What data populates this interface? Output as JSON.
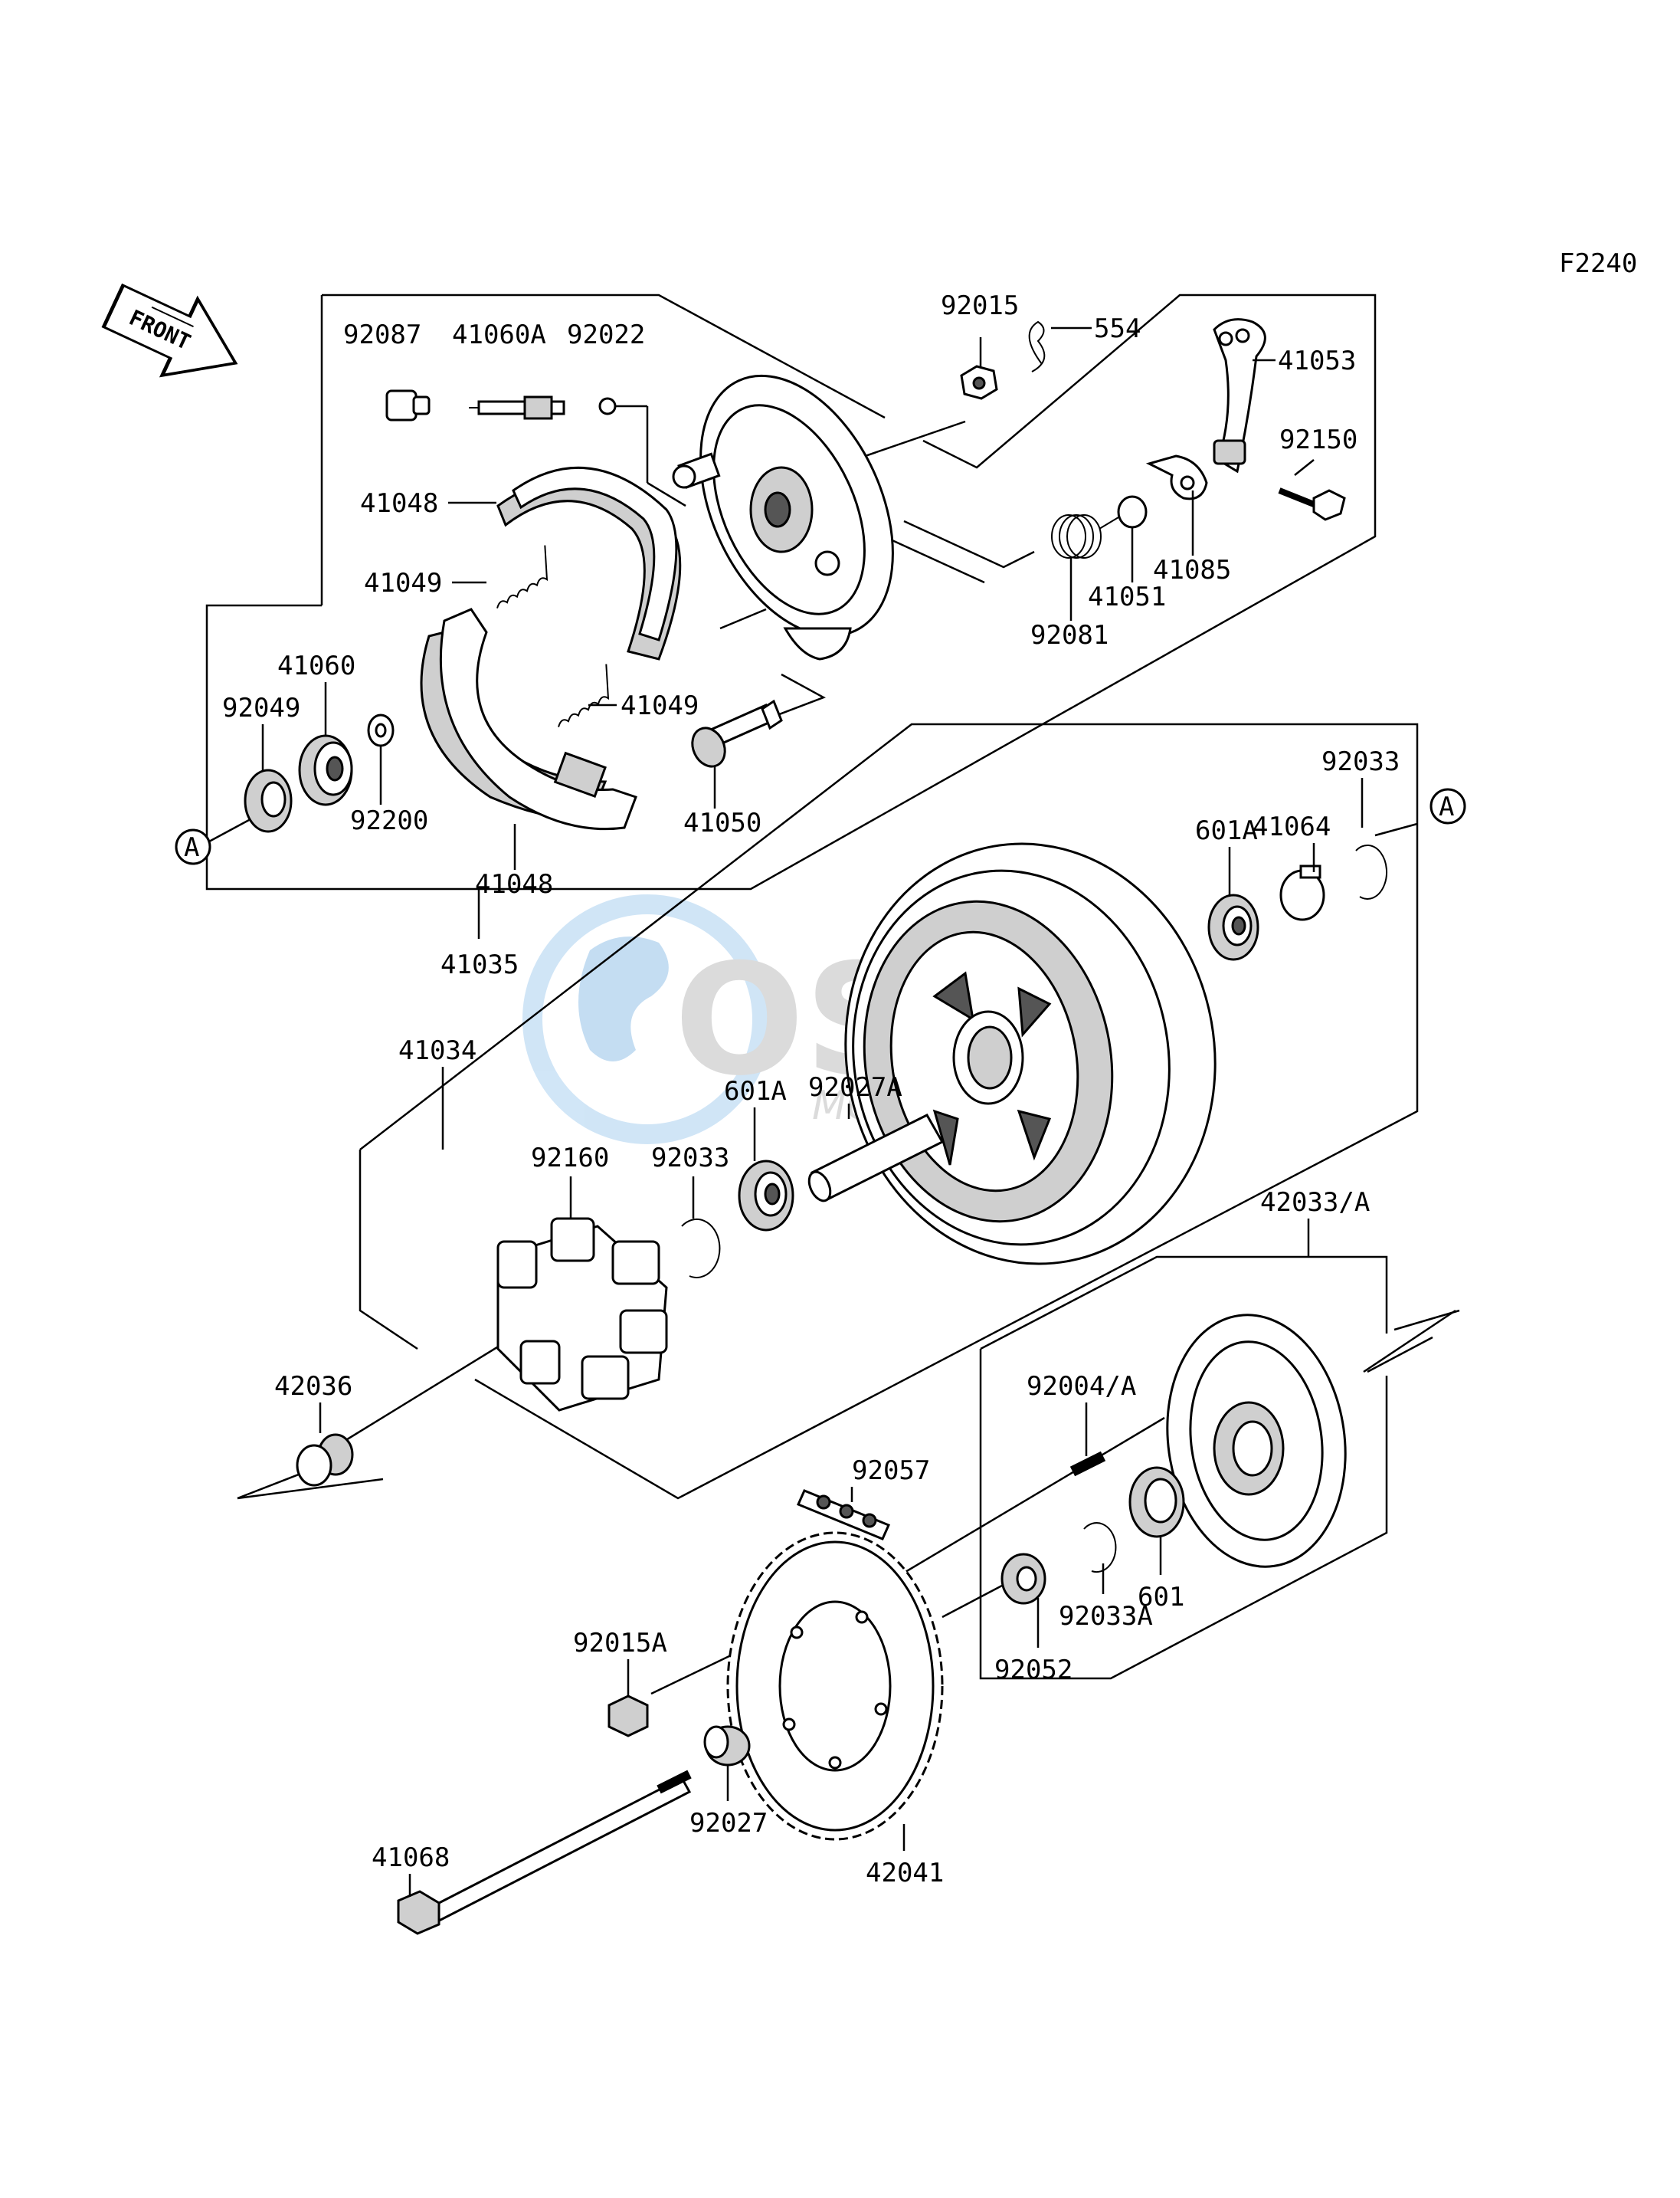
{
  "figure_code": "F2240",
  "front_label": "FRONT",
  "ref_marker": "A",
  "watermark": {
    "brand": "OSM",
    "sub": "MOTORPARTS"
  },
  "parts": {
    "p92087": "92087",
    "p41060A": "41060A",
    "p92022": "92022",
    "p92015": "92015",
    "p554": "554",
    "p41053": "41053",
    "p92150": "92150",
    "p41048_top": "41048",
    "p41049_top": "41049",
    "p41085": "41085",
    "p41051": "41051",
    "p92081": "92081",
    "p41060": "41060",
    "p92049": "92049",
    "p41049_mid": "41049",
    "p92200": "92200",
    "p41050": "41050",
    "p41048_bot": "41048",
    "p41035": "41035",
    "p92033_top": "92033",
    "p41064": "41064",
    "p601A_top": "601A",
    "p41034": "41034",
    "p92027A": "92027A",
    "p601A_mid": "601A",
    "p92160": "92160",
    "p92033_mid": "92033",
    "p42033A": "42033/A",
    "p42036": "42036",
    "p92004A": "92004/A",
    "p92057": "92057",
    "p601": "601",
    "p92033A": "92033A",
    "p92052": "92052",
    "p92015A": "92015A",
    "p92027": "92027",
    "p42041": "42041",
    "p41068": "41068"
  }
}
